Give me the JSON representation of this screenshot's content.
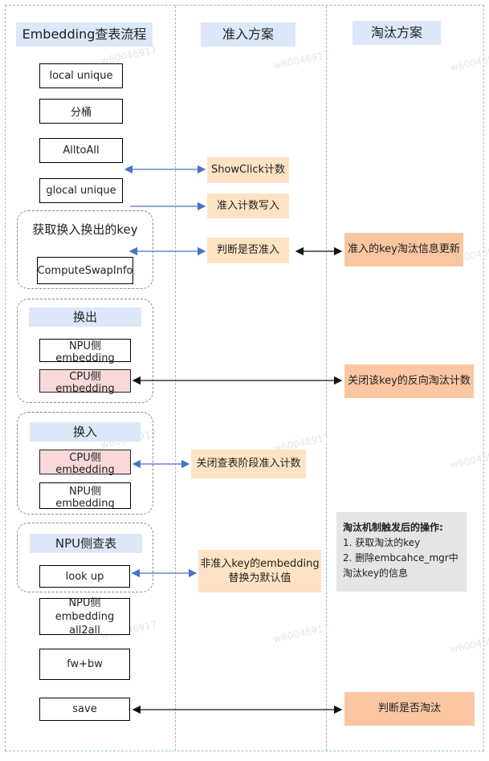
{
  "headers": {
    "flow": "Embedding查表流程",
    "admit": "准入方案",
    "evict": "淘汰方案"
  },
  "flow": {
    "local_unique": "local unique",
    "bucket": "分桶",
    "alltoall": "AlltoAll",
    "glocal_unique": "glocal unique",
    "get_key_title": "获取换入换出的key",
    "compute_swap": "ComputeSwapInfo",
    "swap_out_title": "换出",
    "out_npu": "NPU侧embedding",
    "out_cpu": "CPU侧embedding",
    "swap_in_title": "换入",
    "in_cpu": "CPU侧embedding",
    "in_npu": "NPU侧embedding",
    "npu_lookup_title": "NPU侧查表",
    "lookup": "look up",
    "npu_all2all_1": "NPU侧embedding",
    "npu_all2all_2": "all2all",
    "fwbw": "fw+bw",
    "save": "save"
  },
  "admit": {
    "showclick": "ShowClick计数",
    "write_count": "准入计数写入",
    "judge_admit": "判断是否准入",
    "close_count": "关闭查表阶段准入计数",
    "non_admit_1": "非准入key的embedding",
    "non_admit_2": "替换为默认值"
  },
  "evict": {
    "update_info": "准入的key淘汰信息更新",
    "close_reverse": "关闭该key的反向淘汰计数",
    "ops_title": "淘汰机制触发后的操作:",
    "op1": "1. 获取淘汰的key",
    "op2": "2. 删除embcahce_mgr中",
    "op3": "淘汰key的信息",
    "judge_evict": "判断是否淘汰"
  },
  "watermark": "w60046917",
  "colors": {
    "header_bg": "#dce7f8",
    "admit_note": "#fde3c4",
    "evict_note": "#f9c6a1",
    "pink_box": "#f8d8d8",
    "blue_arrow": "#4a72c4",
    "black_arrow": "#111111"
  }
}
